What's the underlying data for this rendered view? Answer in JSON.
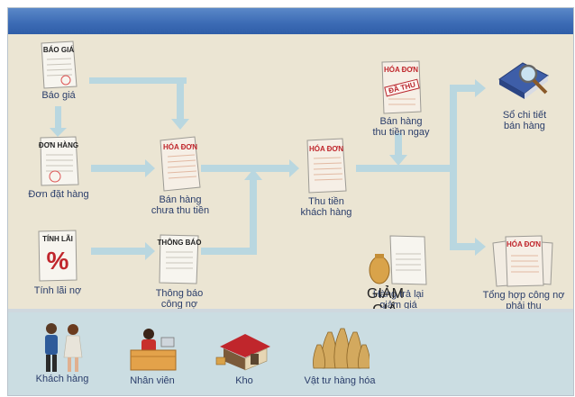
{
  "nodes": {
    "bao_gia": {
      "title": "BÁO GIÁ",
      "label": "Báo giá"
    },
    "don_hang": {
      "title": "ĐƠN HÀNG",
      "label": "Đơn đặt hàng"
    },
    "tinh_lai": {
      "title": "TÍNH LÃI",
      "label": "Tính lãi nợ",
      "symbol": "%"
    },
    "ban_hang_chua_thu": {
      "title": "HÓA ĐƠN",
      "label1": "Bán hàng",
      "label2": "chưa thu tiền"
    },
    "thong_bao": {
      "title": "THÔNG BÁO",
      "label1": "Thông báo",
      "label2": "công nợ"
    },
    "thu_tien": {
      "title": "HÓA ĐƠN",
      "label1": "Thu tiền",
      "label2": "khách hàng"
    },
    "ban_hang_thu_ngay": {
      "title": "HÓA ĐƠN",
      "stamp": "ĐÃ THU",
      "label1": "Bán hàng",
      "label2": "thu tiền ngay"
    },
    "giam_gia": {
      "title": "GIẢM GIÁ",
      "label1": "Hàng trả lại",
      "label2": "giảm giá"
    },
    "so_chi_tiet": {
      "label1": "Sổ chi tiết",
      "label2": "bán hàng"
    },
    "tong_hop": {
      "title": "HÓA ĐƠN",
      "label1": "Tổng hợp công nợ",
      "label2": "phải thu"
    }
  },
  "footer": {
    "customers": "Khách hàng",
    "staff": "Nhân viên",
    "warehouse": "Kho",
    "goods": "Vật tư hàng hóa"
  },
  "colors": {
    "title_bar": "#3b6ab4",
    "arrow": "#b9d7e0",
    "label": "#2a3d6a",
    "footer_bg": "#cbdde2"
  }
}
